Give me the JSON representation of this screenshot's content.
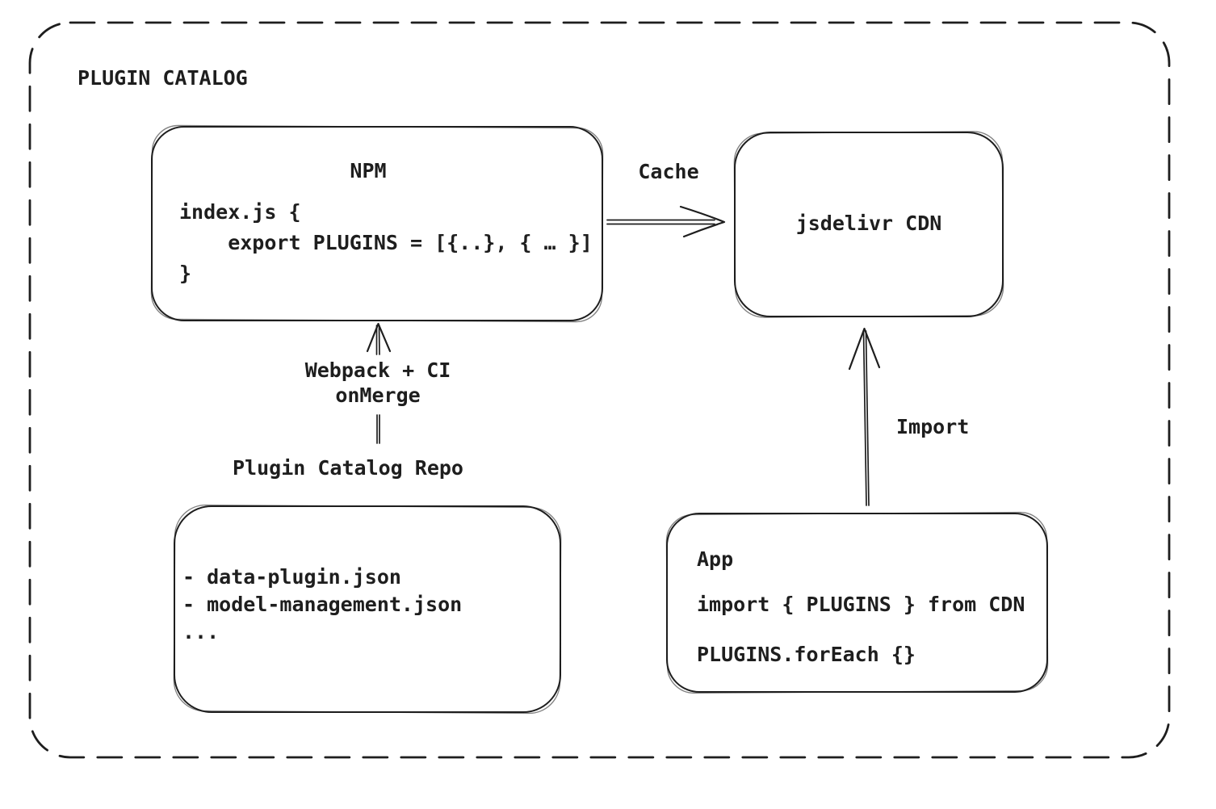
{
  "colors": {
    "ink": "#1e1e1e",
    "background": "#ffffff"
  },
  "diagram": {
    "title": "PLUGIN CATALOG",
    "npm": {
      "title": "NPM",
      "code": [
        "index.js {",
        "    export PLUGINS = [{..}, { … }]",
        "}"
      ]
    },
    "cdn": {
      "label": "jsdelivr CDN"
    },
    "repo": {
      "heading": "Plugin Catalog Repo",
      "files": [
        "- data-plugin.json",
        "- model-management.json",
        "..."
      ]
    },
    "app": {
      "title": "App",
      "code": [
        "import { PLUGINS } from CDN",
        "PLUGINS.forEach {}"
      ]
    },
    "edges": {
      "cache": "Cache",
      "build_line1": "Webpack + CI",
      "build_line2": "onMerge",
      "import": "Import"
    }
  }
}
